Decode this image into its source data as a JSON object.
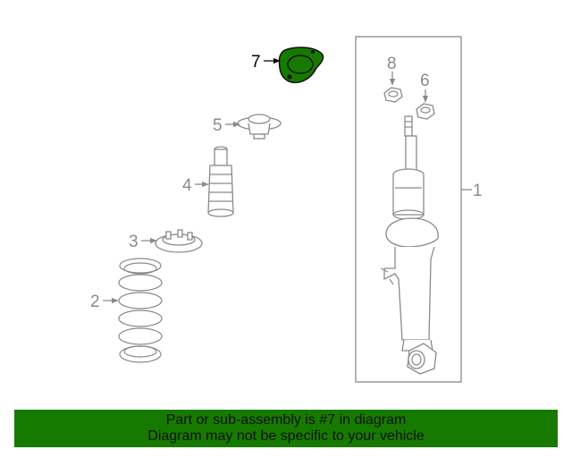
{
  "diagram": {
    "callouts": {
      "c1": "1",
      "c2": "2",
      "c3": "3",
      "c4": "4",
      "c5": "5",
      "c6": "6",
      "c7": "7",
      "c8": "8"
    },
    "highlighted_part": "7",
    "highlight_color": "#177a00"
  },
  "banner": {
    "line1": "Part or sub-assembly is #7 in diagram",
    "line2": "Diagram may not be specific to your vehicle",
    "background": "#177a00"
  }
}
